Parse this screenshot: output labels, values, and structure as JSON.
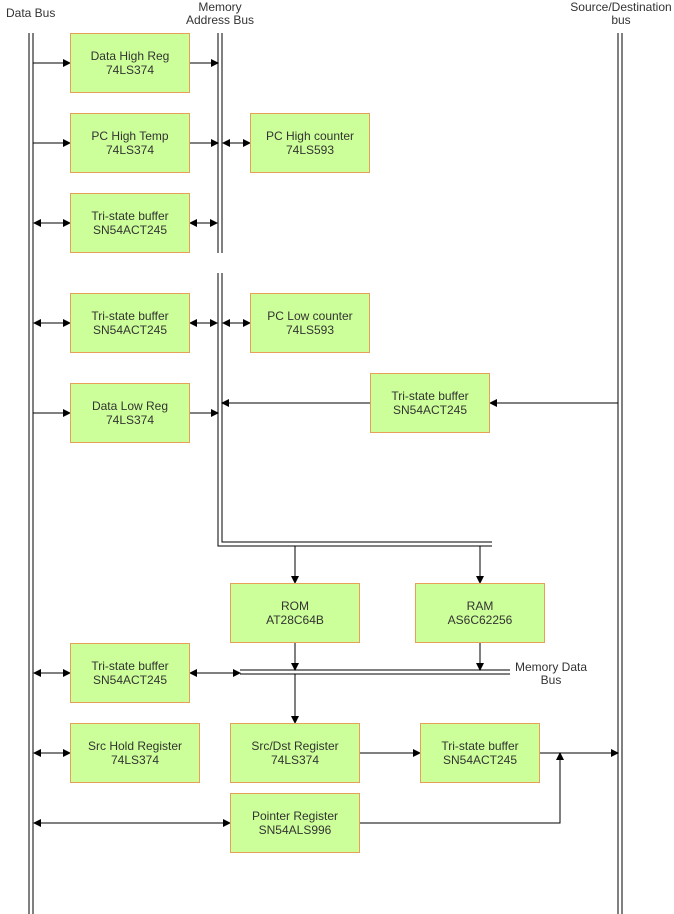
{
  "colors": {
    "block_fill": "#ccff99",
    "block_border": "#e6a157",
    "wire": "#000000",
    "text": "#333333"
  },
  "buses": {
    "data_bus": "Data Bus",
    "memory_address_bus": [
      "Memory",
      "Address Bus"
    ],
    "source_destination_bus": [
      "Source/Destination",
      "bus"
    ],
    "memory_data_bus": [
      "Memory Data",
      "Bus"
    ]
  },
  "blocks": {
    "data_high_reg": [
      "Data High Reg",
      "74LS374"
    ],
    "pc_high_temp": [
      "PC High Temp",
      "74LS374"
    ],
    "pc_high_counter": [
      "PC High counter",
      "74LS593"
    ],
    "tristate_1": [
      "Tri-state buffer",
      "SN54ACT245"
    ],
    "tristate_2": [
      "Tri-state buffer",
      "SN54ACT245"
    ],
    "pc_low_counter": [
      "PC Low counter",
      "74LS593"
    ],
    "data_low_reg": [
      "Data Low Reg",
      "74LS374"
    ],
    "tristate_3": [
      "Tri-state buffer",
      "SN54ACT245"
    ],
    "rom": [
      "ROM",
      "AT28C64B"
    ],
    "ram": [
      "RAM",
      "AS6C62256"
    ],
    "tristate_4": [
      "Tri-state buffer",
      "SN54ACT245"
    ],
    "src_hold_register": [
      "Src Hold Register",
      "74LS374"
    ],
    "src_dst_register": [
      "Src/Dst Register",
      "74LS374"
    ],
    "tristate_5": [
      "Tri-state buffer",
      "SN54ACT245"
    ],
    "pointer_register": [
      "Pointer Register",
      "SN54ALS996"
    ]
  }
}
